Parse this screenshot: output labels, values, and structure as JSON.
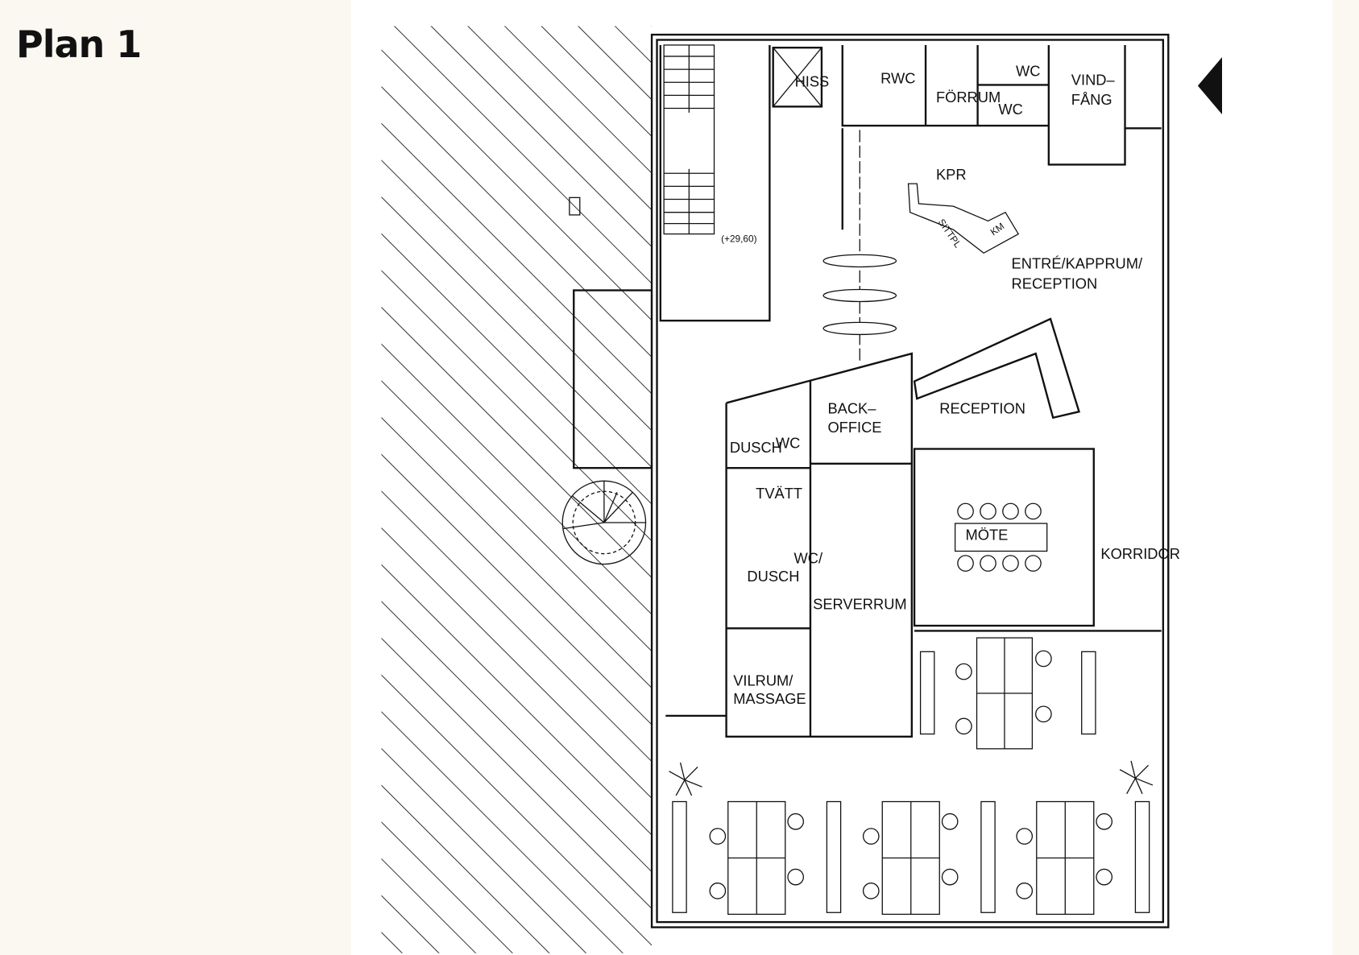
{
  "page": {
    "title": "Plan 1"
  },
  "plan": {
    "labels": {
      "hiss": "HISS",
      "rwc": "RWC",
      "forrum": "FÖRRUM",
      "wc_top1": "WC",
      "wc_top2": "WC",
      "vindfang_1": "VIND–",
      "vindfang_2": "FÅNG",
      "kpr": "KPR",
      "sittpl": "SITTPL",
      "km": "KM",
      "entre_1": "ENTRÉ/KAPPRUM/",
      "entre_2": "RECEPTION",
      "level": "(+29,60)",
      "backoffice_1": "BACK–",
      "backoffice_2": "OFFICE",
      "reception": "RECEPTION",
      "dusch_1": "DUSCH",
      "wc_mid": "WC",
      "tvatt": "TVÄTT",
      "mote": "MÖTE",
      "korridor": "KORRIDOR",
      "wc_slash": "WC/",
      "dusch_2": "DUSCH",
      "serverrum": "SERVERRUM",
      "vilrum_1": "VILRUM/",
      "vilrum_2": "MASSAGE"
    }
  }
}
